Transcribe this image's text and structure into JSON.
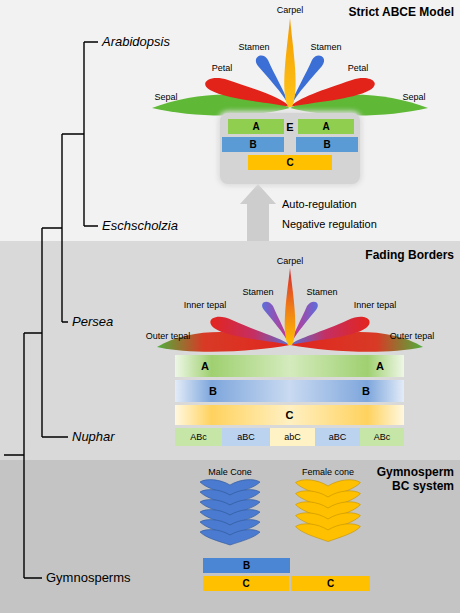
{
  "diagram": {
    "nodes": [
      {
        "text": [
          "Strict ABCE Model"
        ]
      },
      {
        "text": [
          "E"
        ],
        "in": 0
      },
      {
        "text": [
          "A"
        ],
        "in": 1
      },
      {
        "text": [
          "A"
        ],
        "in": 1
      },
      {
        "text": [
          "B"
        ],
        "in": 1
      },
      {
        "text": [
          "B"
        ],
        "in": 1
      },
      {
        "text": [
          "C"
        ],
        "in": 1
      },
      {
        "text": [
          "Fading Borders"
        ]
      },
      {
        "text": [
          "A",
          "A"
        ],
        "in": 7
      },
      {
        "text": [
          "B",
          "B"
        ],
        "in": 7
      },
      {
        "text": [
          "C"
        ],
        "in": 7
      },
      {
        "text": [
          "ABc"
        ],
        "in": 7
      },
      {
        "text": [
          "aBC"
        ],
        "in": 7
      },
      {
        "text": [
          "abC"
        ],
        "in": 7
      },
      {
        "text": [
          "aBC"
        ],
        "in": 7
      },
      {
        "text": [
          "ABc"
        ],
        "in": 7
      },
      {
        "text": [
          "Gymnosperm BC system"
        ]
      },
      {
        "text": [
          "B"
        ],
        "in": 16
      },
      {
        "text": [
          "C"
        ],
        "in": 16
      },
      {
        "text": [
          "C"
        ],
        "in": 16
      }
    ],
    "edges": [
      {
        "from": 7,
        "to": 1,
        "arrow": "to"
      }
    ],
    "labels": [
      "Arabidopsis",
      "Eschscholzia",
      "Persea",
      "Nuphar",
      "Gymnosperms",
      "Carpel",
      "Stamen",
      "Stamen",
      "Petal",
      "Petal",
      "Sepal",
      "Sepal",
      "Auto-regulation",
      "Negative regulation",
      "Carpel",
      "Stamen",
      "Stamen",
      "Inner tepal",
      "Inner tepal",
      "Outer tepal",
      "Outer tepal",
      "Male Cone",
      "Female cone"
    ]
  }
}
